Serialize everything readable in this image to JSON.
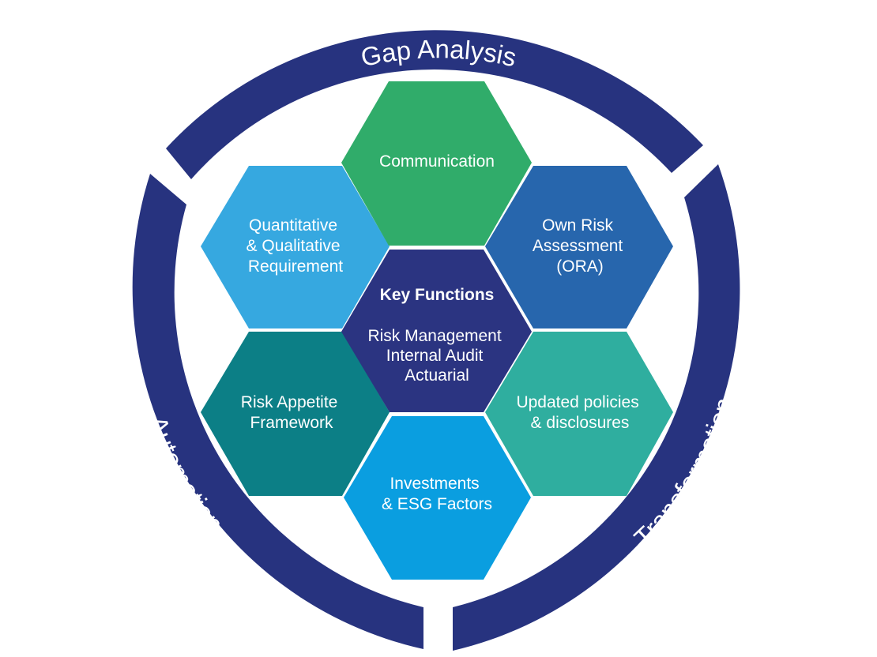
{
  "ring": {
    "color": "#27337f",
    "segments": [
      {
        "id": "top",
        "label": "Gap Analysis"
      },
      {
        "id": "left",
        "label": "Automation"
      },
      {
        "id": "right",
        "label": "Transformation"
      }
    ]
  },
  "hexagons": {
    "center": {
      "title": "Key Functions",
      "lines": [
        "Risk Management",
        "Internal Audit",
        "Actuarial"
      ],
      "color": "#2b3481"
    },
    "top": {
      "lines": [
        "Communication"
      ],
      "color": "#30ac6a"
    },
    "upper_right": {
      "lines": [
        "Own Risk",
        "Assessment",
        "(ORA)"
      ],
      "color": "#2766ad"
    },
    "lower_right": {
      "lines": [
        "Updated policies",
        "& disclosures"
      ],
      "color": "#2fae9f"
    },
    "bottom": {
      "lines": [
        "Investments",
        "& ESG Factors"
      ],
      "color": "#0a9ee0"
    },
    "lower_left": {
      "lines": [
        "Risk Appetite",
        "Framework"
      ],
      "color": "#0c7f86"
    },
    "upper_left": {
      "lines": [
        "Quantitative",
        "& Qualitative",
        "Requirement"
      ],
      "color": "#36a8e0"
    }
  }
}
